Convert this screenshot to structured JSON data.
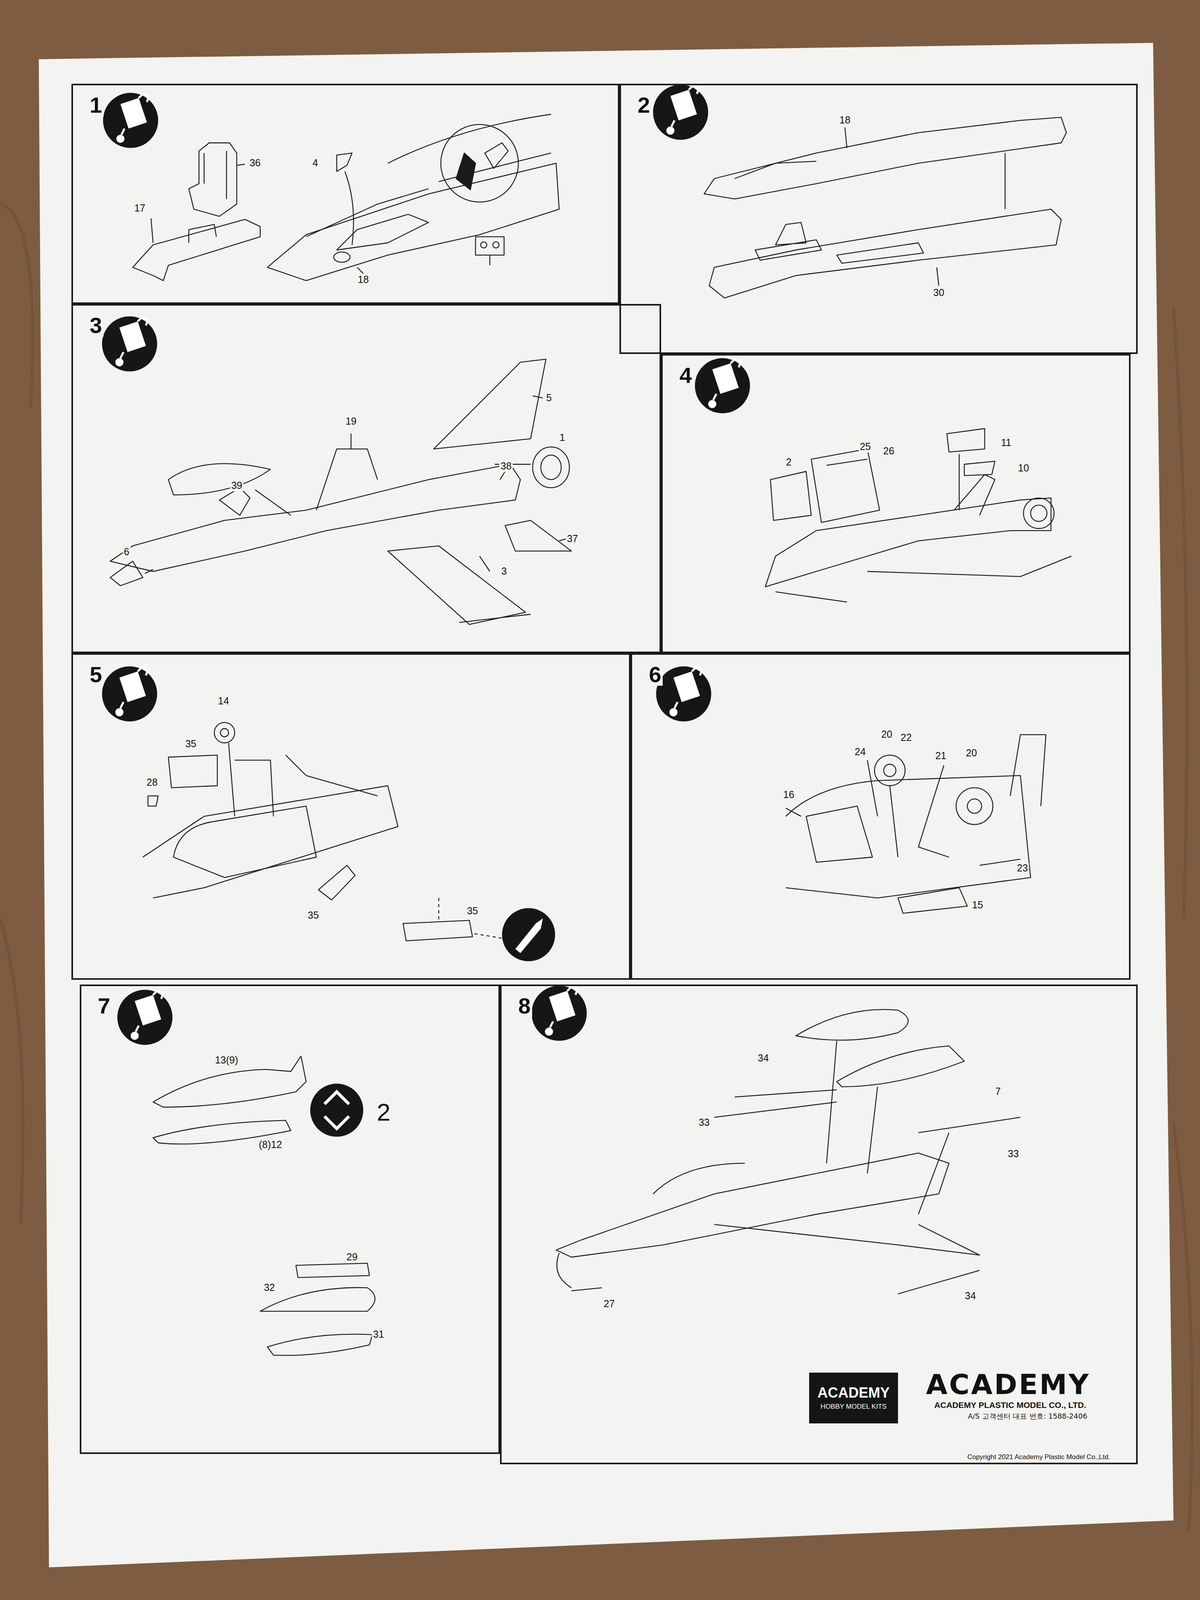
{
  "diagram": {
    "nodes": [
      {
        "text": [
          "1"
        ]
      },
      {
        "text": [
          "2"
        ]
      },
      {
        "text": [
          "3"
        ]
      },
      {
        "text": [
          "4"
        ]
      },
      {
        "text": [
          "5"
        ]
      },
      {
        "text": [
          "6"
        ]
      },
      {
        "text": [
          "7"
        ]
      },
      {
        "text": [
          "8"
        ]
      },
      {
        "text": [
          "ACADEMY",
          "HOBBY MODEL KITS"
        ],
        "in": 7
      }
    ],
    "labels": [
      "36",
      "17",
      "4",
      "18",
      "18",
      "30",
      "19",
      "5",
      "38",
      "1",
      "39",
      "6",
      "37",
      "3",
      "25",
      "26",
      "2",
      "11",
      "10",
      "14",
      "35",
      "28",
      "35",
      "35",
      "20",
      "22",
      "24",
      "21",
      "20",
      "16",
      "23",
      "15",
      "13(9)",
      "2",
      "(8)12",
      "29",
      "32",
      "31",
      "34",
      "7",
      "33",
      "33",
      "27",
      "34",
      "ACADEMY",
      "ACADEMY PLASTIC MODEL CO., LTD.",
      "A/S 고객센터 대표 번호: 1588-2406",
      "Copyright 2021 Academy Plastic Model Co.,Ltd."
    ]
  }
}
